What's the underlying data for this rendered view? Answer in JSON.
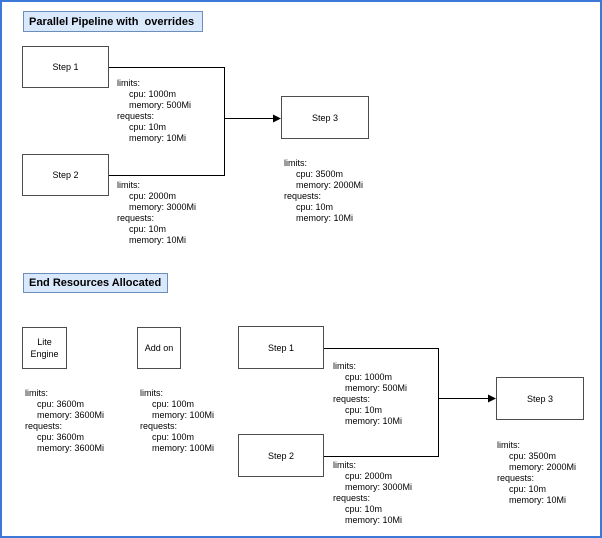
{
  "sections": {
    "pipeline": {
      "title": "Parallel Pipeline with  overrides",
      "nodes": {
        "step1": "Step 1",
        "step2": "Step 2",
        "step3": "Step 3"
      },
      "resources": {
        "step1": [
          "limits:",
          "cpu: 1000m",
          "memory: 500Mi",
          "requests:",
          "cpu: 10m",
          "memory: 10Mi"
        ],
        "step2": [
          "limits:",
          "cpu: 2000m",
          "memory: 3000Mi",
          "requests:",
          "cpu: 10m",
          "memory: 10Mi"
        ],
        "step3": [
          "limits:",
          "cpu: 3500m",
          "memory: 2000Mi",
          "requests:",
          "cpu: 10m",
          "memory: 10Mi"
        ]
      }
    },
    "allocated": {
      "title": "End Resources Allocated",
      "nodes": {
        "lite_engine": "Lite\nEngine",
        "add_on": "Add on",
        "step1": "Step 1",
        "step2": "Step 2",
        "step3": "Step 3"
      },
      "resources": {
        "lite_engine": [
          "limits:",
          "cpu: 3600m",
          "memory: 3600Mi",
          "requests:",
          "cpu: 3600m",
          "memory: 3600Mi"
        ],
        "add_on": [
          "limits:",
          "cpu: 100m",
          "memory: 100Mi",
          "requests:",
          "cpu: 100m",
          "memory: 100Mi"
        ],
        "step1": [
          "limits:",
          "cpu: 1000m",
          "memory: 500Mi",
          "requests:",
          "cpu: 10m",
          "memory: 10Mi"
        ],
        "step2": [
          "limits:",
          "cpu: 2000m",
          "memory: 3000Mi",
          "requests:",
          "cpu: 10m",
          "memory: 10Mi"
        ],
        "step3": [
          "limits:",
          "cpu: 3500m",
          "memory: 2000Mi",
          "requests:",
          "cpu: 10m",
          "memory: 10Mi"
        ]
      }
    }
  },
  "colors": {
    "page_border": "#3d78d8",
    "title_fill": "#dae8fc",
    "title_border": "#6c8ebf",
    "node_border": "#4d4d4d",
    "connector": "#000000"
  }
}
